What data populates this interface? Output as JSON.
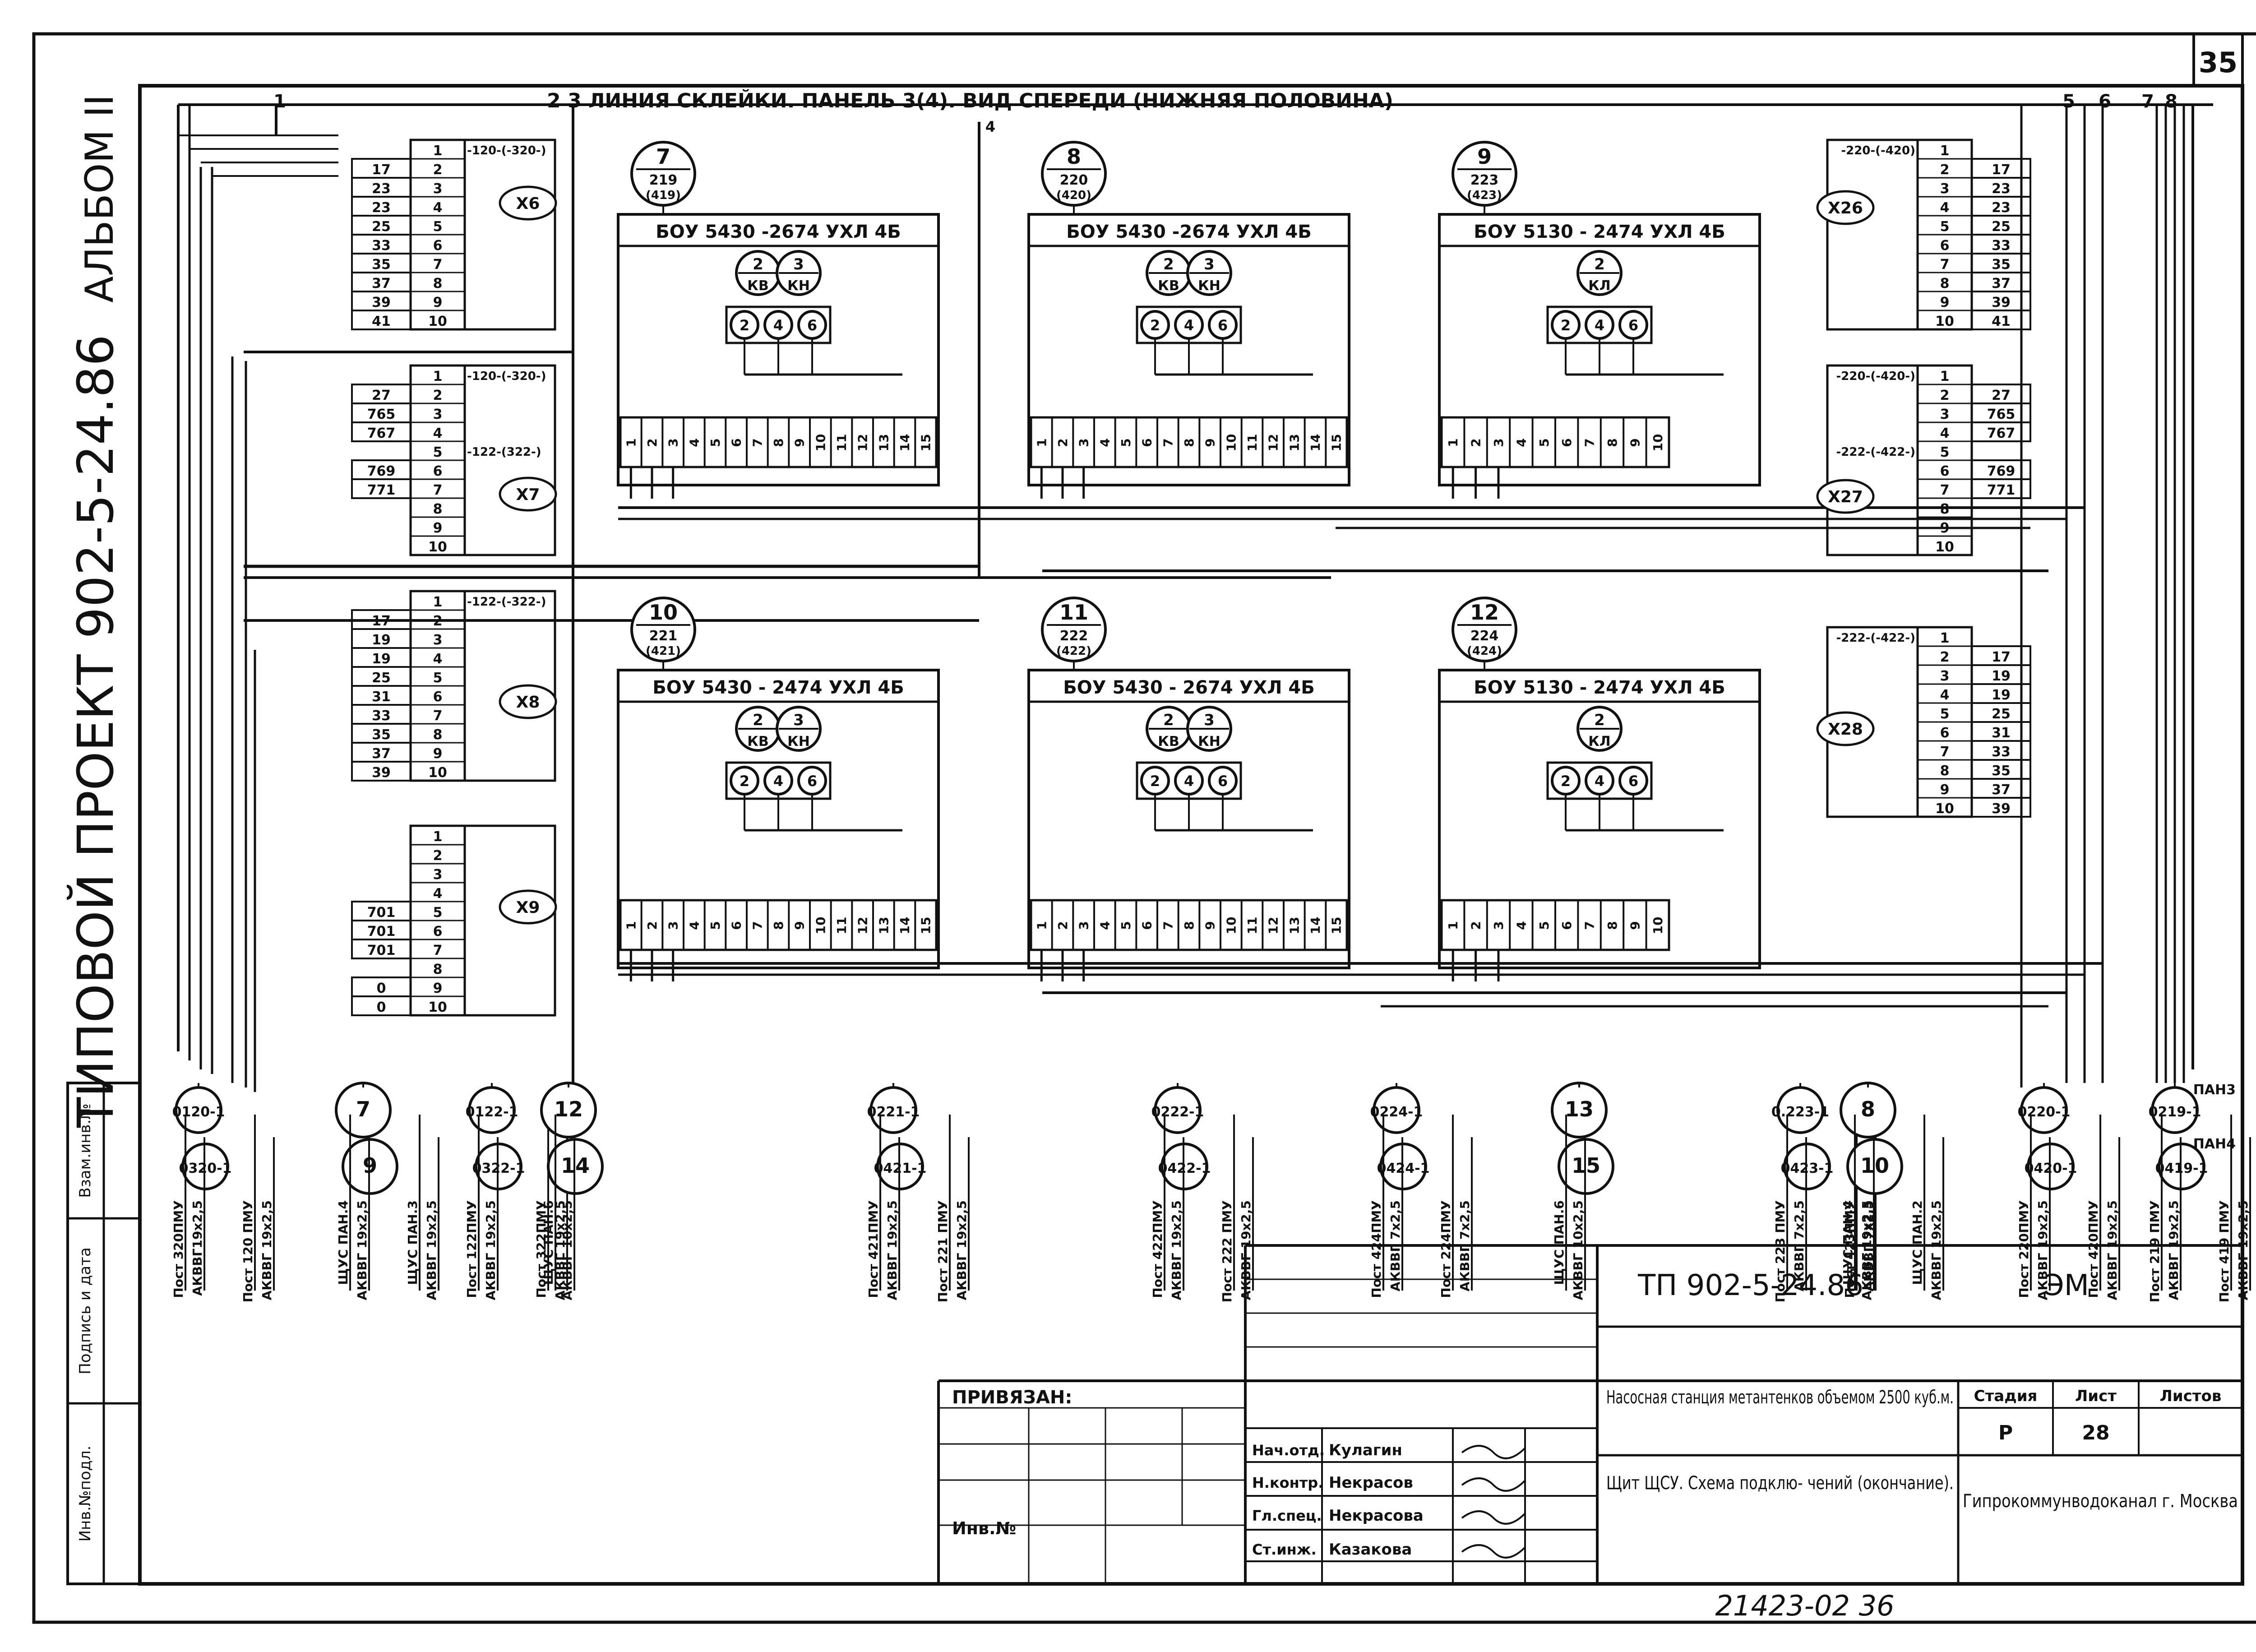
{
  "page_number": "35",
  "header_title": "2 3  ЛИНИЯ СКЛЕЙКИ. ПАНЕЛЬ 3(4).   ВИД  СПЕРЕДИ  (НИЖНЯЯ  ПОЛОВИНА)",
  "header_mark_4": "4",
  "left_vertical": {
    "album": "АЛЬБОМ II",
    "project": "ТИПОВОЙ  ПРОЕКТ  902-5-24.86"
  },
  "bus_numbers_left": [
    "1"
  ],
  "bus_numbers_right": [
    "5",
    "6",
    "7",
    "8"
  ],
  "units": [
    {
      "id": "u7",
      "circle_top": "7",
      "circle_mid": "219",
      "circle_bot": "(419)",
      "title": "БОУ 5430 -2674 УХЛ 4Б",
      "relays": [
        {
          "n": "2",
          "l": "КВ"
        },
        {
          "n": "3",
          "l": "КН"
        }
      ],
      "contacts": [
        "2",
        "4",
        "6"
      ],
      "terminals": [
        "1",
        "2",
        "3",
        "4",
        "5",
        "6",
        "7",
        "8",
        "9",
        "10",
        "11",
        "12",
        "13",
        "14",
        "15"
      ]
    },
    {
      "id": "u8",
      "circle_top": "8",
      "circle_mid": "220",
      "circle_bot": "(420)",
      "title": "БОУ 5430 -2674 УХЛ 4Б",
      "relays": [
        {
          "n": "2",
          "l": "КВ"
        },
        {
          "n": "3",
          "l": "КН"
        }
      ],
      "contacts": [
        "2",
        "4",
        "6"
      ],
      "terminals": [
        "1",
        "2",
        "3",
        "4",
        "5",
        "6",
        "7",
        "8",
        "9",
        "10",
        "11",
        "12",
        "13",
        "14",
        "15"
      ]
    },
    {
      "id": "u9",
      "circle_top": "9",
      "circle_mid": "223",
      "circle_bot": "(423)",
      "title": "БОУ 5130 - 2474 УХЛ 4Б",
      "relays": [
        {
          "n": "2",
          "l": "КЛ"
        }
      ],
      "contacts": [
        "2",
        "4",
        "6"
      ],
      "terminals": [
        "1",
        "2",
        "3",
        "4",
        "5",
        "6",
        "7",
        "8",
        "9",
        "10"
      ]
    },
    {
      "id": "u10",
      "circle_top": "10",
      "circle_mid": "221",
      "circle_bot": "(421)",
      "title": "БОУ 5430 - 2474 УХЛ 4Б",
      "relays": [
        {
          "n": "2",
          "l": "КВ"
        },
        {
          "n": "3",
          "l": "КН"
        }
      ],
      "contacts": [
        "2",
        "4",
        "6"
      ],
      "terminals": [
        "1",
        "2",
        "3",
        "4",
        "5",
        "6",
        "7",
        "8",
        "9",
        "10",
        "11",
        "12",
        "13",
        "14",
        "15"
      ]
    },
    {
      "id": "u11",
      "circle_top": "11",
      "circle_mid": "222",
      "circle_bot": "(422)",
      "title": "БОУ 5430 - 2674 УХЛ 4Б",
      "relays": [
        {
          "n": "2",
          "l": "КВ"
        },
        {
          "n": "3",
          "l": "КН"
        }
      ],
      "contacts": [
        "2",
        "4",
        "6"
      ],
      "terminals": [
        "1",
        "2",
        "3",
        "4",
        "5",
        "6",
        "7",
        "8",
        "9",
        "10",
        "11",
        "12",
        "13",
        "14",
        "15"
      ]
    },
    {
      "id": "u12",
      "circle_top": "12",
      "circle_mid": "224",
      "circle_bot": "(424)",
      "title": "БОУ 5130 - 2474 УХЛ 4Б",
      "relays": [
        {
          "n": "2",
          "l": "КЛ"
        }
      ],
      "contacts": [
        "2",
        "4",
        "6"
      ],
      "terminals": [
        "1",
        "2",
        "3",
        "4",
        "5",
        "6",
        "7",
        "8",
        "9",
        "10"
      ]
    }
  ],
  "blocks": [
    {
      "name": "X6",
      "rows": [
        [
          "",
          "1",
          "-120-(-320-)"
        ],
        [
          "17",
          "2",
          ""
        ],
        [
          "23",
          "3",
          ""
        ],
        [
          "23",
          "4",
          ""
        ],
        [
          "25",
          "5",
          ""
        ],
        [
          "33",
          "6",
          ""
        ],
        [
          "35",
          "7",
          ""
        ],
        [
          "37",
          "8",
          ""
        ],
        [
          "39",
          "9",
          ""
        ],
        [
          "41",
          "10",
          ""
        ]
      ]
    },
    {
      "name": "X7",
      "rows": [
        [
          "",
          "1",
          "-120-(-320-)"
        ],
        [
          "27",
          "2",
          ""
        ],
        [
          "765",
          "3",
          ""
        ],
        [
          "767",
          "4",
          ""
        ],
        [
          "",
          "5",
          "-122-(322-)"
        ],
        [
          "769",
          "6",
          ""
        ],
        [
          "771",
          "7",
          ""
        ],
        [
          "",
          "8",
          ""
        ],
        [
          "",
          "9",
          ""
        ],
        [
          "",
          "10",
          ""
        ]
      ]
    },
    {
      "name": "X8",
      "rows": [
        [
          "",
          "1",
          "-122-(-322-)"
        ],
        [
          "17",
          "2",
          ""
        ],
        [
          "19",
          "3",
          ""
        ],
        [
          "19",
          "4",
          ""
        ],
        [
          "25",
          "5",
          ""
        ],
        [
          "31",
          "6",
          ""
        ],
        [
          "33",
          "7",
          ""
        ],
        [
          "35",
          "8",
          ""
        ],
        [
          "37",
          "9",
          ""
        ],
        [
          "39",
          "10",
          ""
        ]
      ]
    },
    {
      "name": "X9",
      "rows": [
        [
          "",
          "1",
          ""
        ],
        [
          "",
          "2",
          ""
        ],
        [
          "",
          "3",
          ""
        ],
        [
          "",
          "4",
          ""
        ],
        [
          "701",
          "5",
          ""
        ],
        [
          "701",
          "6",
          ""
        ],
        [
          "701",
          "7",
          ""
        ],
        [
          "",
          "8",
          ""
        ],
        [
          "0",
          "9",
          ""
        ],
        [
          "0",
          "10",
          ""
        ]
      ]
    },
    {
      "name": "X26",
      "rows": [
        [
          "-220-(-420)",
          "1",
          ""
        ],
        [
          "",
          "2",
          "17"
        ],
        [
          "",
          "3",
          "23"
        ],
        [
          "",
          "4",
          "23"
        ],
        [
          "",
          "5",
          "25"
        ],
        [
          "",
          "6",
          "33"
        ],
        [
          "",
          "7",
          "35"
        ],
        [
          "",
          "8",
          "37"
        ],
        [
          "",
          "9",
          "39"
        ],
        [
          "",
          "10",
          "41"
        ]
      ]
    },
    {
      "name": "X27",
      "rows": [
        [
          "-220-(-420-)",
          "1",
          ""
        ],
        [
          "",
          "2",
          "27"
        ],
        [
          "",
          "3",
          "765"
        ],
        [
          "",
          "4",
          "767"
        ],
        [
          "-222-(-422-)",
          "5",
          ""
        ],
        [
          "",
          "6",
          "769"
        ],
        [
          "",
          "7",
          "771"
        ],
        [
          "",
          "8",
          ""
        ],
        [
          "",
          "9",
          ""
        ],
        [
          "",
          "10",
          ""
        ]
      ]
    },
    {
      "name": "X28",
      "rows": [
        [
          "-222-(-422-)",
          "1",
          ""
        ],
        [
          "",
          "2",
          "17"
        ],
        [
          "",
          "3",
          "19"
        ],
        [
          "",
          "4",
          "19"
        ],
        [
          "",
          "5",
          "25"
        ],
        [
          "",
          "6",
          "31"
        ],
        [
          "",
          "7",
          "33"
        ],
        [
          "",
          "8",
          "35"
        ],
        [
          "",
          "9",
          "37"
        ],
        [
          "",
          "10",
          "39"
        ]
      ]
    }
  ],
  "cables": [
    {
      "top": "0120-1",
      "bot": "0320-1",
      "texts": [
        "Пост 320ПМУ",
        "АКВВГ19х2,5",
        "Пост 120 ПМУ",
        "АКВВГ 19х2,5"
      ]
    },
    {
      "top": "7",
      "bot": "9",
      "texts": [
        "ЩУС ПАН.4",
        "АКВВГ 19х2,5",
        "ЩУС ПАН.3",
        "АКВВГ 19х2,5"
      ]
    },
    {
      "top": "0122-1",
      "bot": "0322-1",
      "texts": [
        "Пост 122ПМУ",
        "АКВВГ 19х2,5",
        "Пост 322ПМУ",
        "АКВВГ 19х2,5"
      ]
    },
    {
      "top": "12",
      "bot": "14",
      "texts": [
        "ЩУС ПАН.6",
        "АКВВГ 10х2,5"
      ]
    },
    {
      "top": "0221-1",
      "bot": "0421-1",
      "texts": [
        "Пост 421ПМУ",
        "АКВВГ 19х2,5",
        "Пост 221 ПМУ",
        "АКВВГ 19х2,5"
      ]
    },
    {
      "top": "0222-1",
      "bot": "0422-1",
      "texts": [
        "Пост 422ПМУ",
        "АКВВГ 19х2,5",
        "Пост 222 ПМУ",
        "АКВВГ 19х2,5"
      ]
    },
    {
      "top": "0224-1",
      "bot": "0424-1",
      "texts": [
        "Пост 424ПМУ",
        "АКВВГ 7х2,5",
        "Пост 224ПМУ",
        "АКВВГ 7х2,5"
      ]
    },
    {
      "top": "13",
      "bot": "15",
      "texts": [
        "ЩУС ПАН.6",
        "АКВВГ 10х2,5"
      ]
    },
    {
      "top": "0.223-1",
      "bot": "0423-1",
      "texts": [
        "Пост 223 ПМУ",
        "АКВВГ 7х2,5",
        "Пост 423ПМУ",
        "АКВВГ 7х2,5"
      ]
    },
    {
      "top": "8",
      "bot": "10",
      "texts": [
        "ЩУС ПАН.4",
        "АКВВГ 19х2,5",
        "ЩУС ПАН.2",
        "АКВВГ 19х2,5"
      ]
    },
    {
      "top": "0220-1",
      "bot": "0420-1",
      "texts": [
        "Пост 220ПМУ",
        "АКВВГ 19х2,5",
        "Пост 420ПМУ",
        "АКВВГ 19х2,5"
      ]
    },
    {
      "top": "0219-1",
      "bot": "0419-1",
      "texts": [
        "Пост 219 ПМУ",
        "АКВВГ 19х2,5",
        "Пост 419 ПМУ",
        "АКВВГ 19х2,5"
      ]
    }
  ],
  "pan_labels": [
    "ПАН3",
    "ПАН4"
  ],
  "left_strip": [
    "Взам.инв.№",
    "Подпись и дата",
    "Инв.№подл."
  ],
  "title_block": {
    "code": "ТП  902-5-24.86",
    "mark": "ЭМ",
    "project_name": "Насосная  станция  метантенков  объемом  2500 куб.м.",
    "sheet_name": "Щит ЩСУ. Схема подклю-  чений  (окончание).",
    "stage_label": "Стадия",
    "sheet_label": "Лист",
    "sheets_label": "Листов",
    "stage": "Р",
    "sheet": "28",
    "org": "Гипрокоммунводоканал  г. Москва",
    "attached": "ПРИВЯЗАН:",
    "inv": "Инв.№",
    "roles": [
      {
        "role": "Нач.отд.",
        "name": "Кулагин"
      },
      {
        "role": "Н.контр.",
        "name": "Некрасов"
      },
      {
        "role": "Гл.спец.",
        "name": "Некрасова"
      },
      {
        "role": "Ст.инж.",
        "name": "Казакова"
      }
    ]
  },
  "drawing_number": "21423-02   36"
}
